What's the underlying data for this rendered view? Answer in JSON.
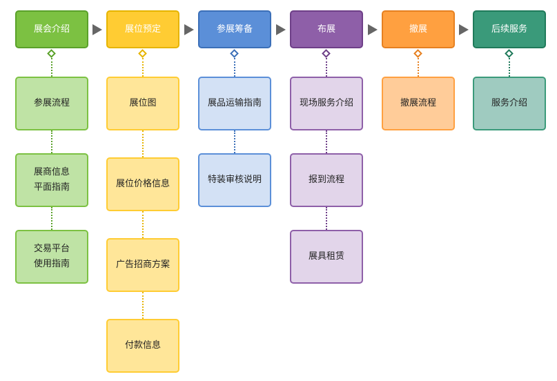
{
  "columns": [
    {
      "header": "展会介绍",
      "header_bg": "#7cc142",
      "header_border": "#5aa12a",
      "item_bg": "#bfe3a5",
      "item_border": "#7cc142",
      "line": "#5aa12a",
      "items": [
        "参展流程",
        "展商信息\n平面指南",
        "交易平台\n使用指南"
      ]
    },
    {
      "header": "展位预定",
      "header_bg": "#ffcc33",
      "header_border": "#e6b400",
      "item_bg": "#ffe699",
      "item_border": "#ffcc33",
      "line": "#e6b400",
      "items": [
        "展位图",
        "展位价格信息",
        "广告招商方案",
        "付款信息"
      ]
    },
    {
      "header": "参展筹备",
      "header_bg": "#5b8fd8",
      "header_border": "#3b6fb8",
      "item_bg": "#d3e1f5",
      "item_border": "#5b8fd8",
      "line": "#3b6fb8",
      "items": [
        "展品运输指南",
        "特装审核说明"
      ]
    },
    {
      "header": "布展",
      "header_bg": "#8e5fa8",
      "header_border": "#6e3f88",
      "item_bg": "#e2d5ea",
      "item_border": "#8e5fa8",
      "line": "#6e3f88",
      "items": [
        "现场服务介绍",
        "报到流程",
        "展具租赁"
      ]
    },
    {
      "header": "撤展",
      "header_bg": "#ffa040",
      "header_border": "#e68020",
      "item_bg": "#ffcc99",
      "item_border": "#ffa040",
      "line": "#e68020",
      "items": [
        "撤展流程"
      ]
    },
    {
      "header": "后续服务",
      "header_bg": "#3a9a7a",
      "header_border": "#1f7a5a",
      "item_bg": "#9fcbc0",
      "item_border": "#3a9a7a",
      "line": "#1f7a5a",
      "items": [
        "服务介绍"
      ]
    }
  ]
}
